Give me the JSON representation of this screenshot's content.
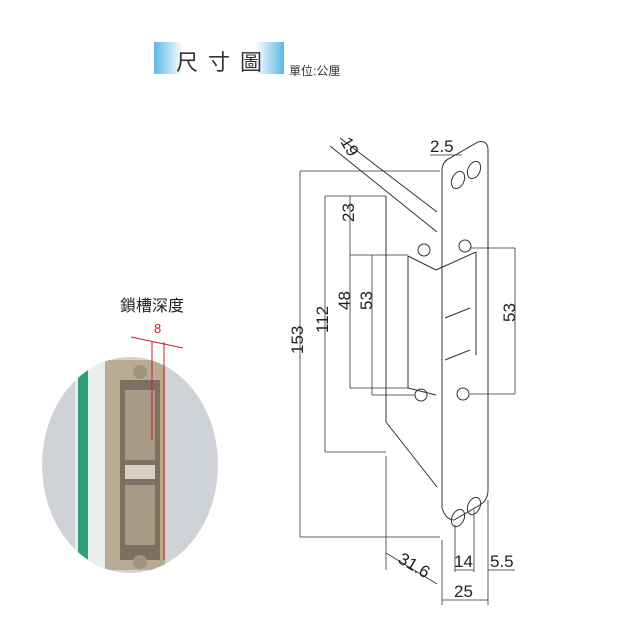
{
  "header": {
    "title": "尺寸圖",
    "unit_label": "單位:公厘"
  },
  "inset": {
    "label": "鎖槽深度",
    "depth_value": "8",
    "accent_color": "#c8202a"
  },
  "dimensions": {
    "angle_tongue": "19",
    "plate_gap": "2.5",
    "top_offset": "23",
    "inner_height_left": "48",
    "screw_spacing_left": "53",
    "body_height": "112",
    "total_height": "153",
    "screw_spacing_right": "53",
    "depth": "31.6",
    "hole_spacing": "14",
    "hole_edge": "5.5",
    "plate_width": "25"
  },
  "colors": {
    "banner_blue": "#5bb8e6",
    "line": "#333333",
    "inset_bg": "#cfd2d6"
  }
}
